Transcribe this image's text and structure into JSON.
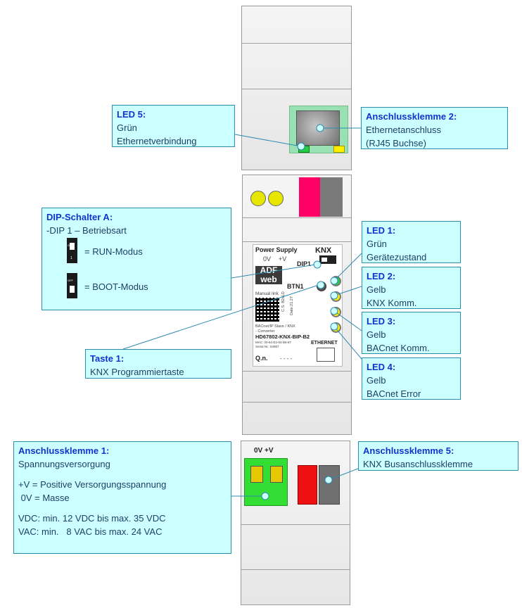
{
  "callouts": {
    "led5": {
      "title": "LED 5:",
      "lines": [
        "Grün",
        "Ethernetverbindung"
      ]
    },
    "anschluss2": {
      "title": "Anschlussklemme 2:",
      "lines": [
        "Ethernetanschluss",
        "(RJ45 Buchse)"
      ]
    },
    "dip": {
      "title": "DIP-Schalter A:",
      "subtitle": "-DIP 1 – Betriebsart",
      "run": "= RUN-Modus",
      "boot": "= BOOT-Modus"
    },
    "led1": {
      "title": "LED 1:",
      "lines": [
        "Grün",
        "Gerätezustand"
      ]
    },
    "led2": {
      "title": "LED 2:",
      "lines": [
        "Gelb",
        "KNX Komm."
      ]
    },
    "led3": {
      "title": "LED 3:",
      "lines": [
        "Gelb",
        "BACnet Komm."
      ]
    },
    "led4": {
      "title": "LED 4:",
      "lines": [
        "Gelb",
        "BACnet Error"
      ]
    },
    "taste1": {
      "title": "Taste 1:",
      "lines": [
        "KNX Programmiertaste"
      ]
    },
    "anschluss1": {
      "title": "Anschlussklemme 1:",
      "lines": [
        "Spannungsversorgung",
        "",
        "+V = Positive Versorgungsspannung",
        " 0V = Masse",
        "",
        "VDC: min. 12 VDC bis max. 35 VDC",
        "VAC: min.   8 VAC bis max. 24 VAC"
      ]
    },
    "anschluss5": {
      "title": "Anschlussklemme 5:",
      "lines": [
        "KNX Busanschlussklemme"
      ]
    }
  },
  "device": {
    "power_supply": "Power Supply",
    "knx": "KNX",
    "zero_v": "0V",
    "plus_v": "+V",
    "dip1": "DIP1",
    "btn1": "BTN1",
    "manual_link": "Manual link",
    "model": "HD67802-KNX-BIP-B2",
    "converter": "- Converter",
    "bacnet": "BACnet/IP Slave / KNX",
    "mac": "MAC: 00-64-E2-04-B6-87",
    "serial": "Serial Nr.: 54957",
    "cs": "C.S. B2xLD",
    "date": "Date:21.27",
    "qn": "Q.n.",
    "dashes": "- - - -",
    "ethernet": "ETHERNET",
    "terminal_label": "0V +V",
    "dip_off": "OFF",
    "dip_on": "ON",
    "dip_one": "1"
  },
  "colors": {
    "callout_bg": "#ccffff",
    "callout_border": "#2e8bb0",
    "title": "#1133cc",
    "led_green": "#22cc44",
    "led_yellow": "#ffee00",
    "terminal_green": "#33dd33",
    "terminal_red": "#ee1111",
    "connector_pink": "#ff0066"
  }
}
